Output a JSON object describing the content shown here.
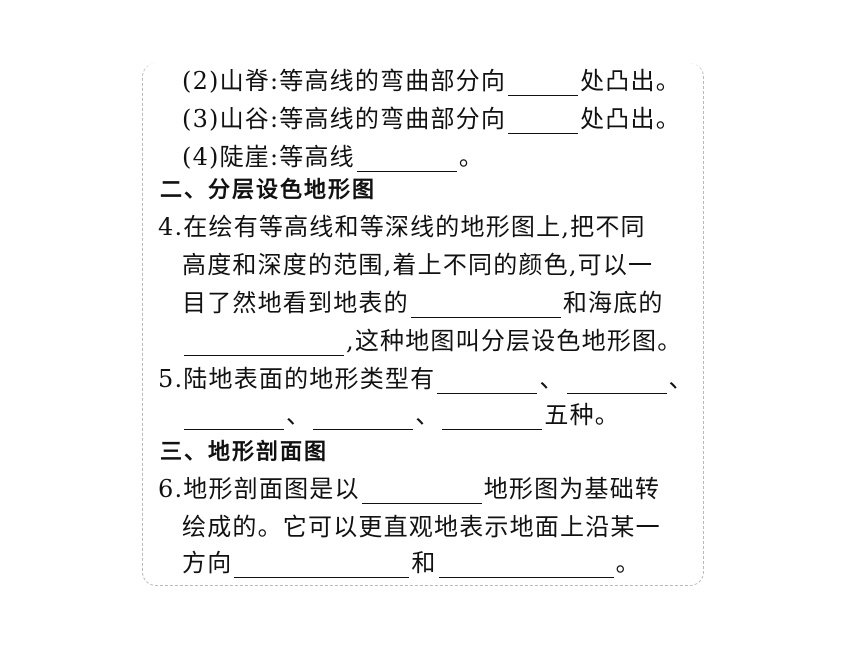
{
  "items": {
    "q2": {
      "prefix": "(2)山脊:等高线的弯曲部分向",
      "suffix": "处凸出。"
    },
    "q3": {
      "prefix": "(3)山谷:等高线的弯曲部分向",
      "suffix": "处凸出。"
    },
    "q4": {
      "prefix": "(4)陡崖:等高线",
      "suffix": "。"
    }
  },
  "section2": {
    "title": "二、分层设色地形图"
  },
  "q4_main": {
    "line1": "4.在绘有等高线和等深线的地形图上,把不同",
    "line2": "高度和深度的范围,着上不同的颜色,可以一",
    "line3_prefix": "目了然地看到地表的",
    "line3_suffix": "和海底的",
    "line4_suffix": ",这种地图叫分层设色地形图。"
  },
  "q5": {
    "line1_prefix": "5.陆地表面的地形类型有",
    "sep": "、",
    "line2_suffix": "五种。"
  },
  "section3": {
    "title": "三、地形剖面图"
  },
  "q6": {
    "line1_prefix": "6.地形剖面图是以",
    "line1_suffix": "地形图为基础转",
    "line2": "绘成的。它可以更直观地表示地面上沿某一",
    "line3_prefix": "方向",
    "line3_mid": "和",
    "line3_suffix": "。"
  }
}
